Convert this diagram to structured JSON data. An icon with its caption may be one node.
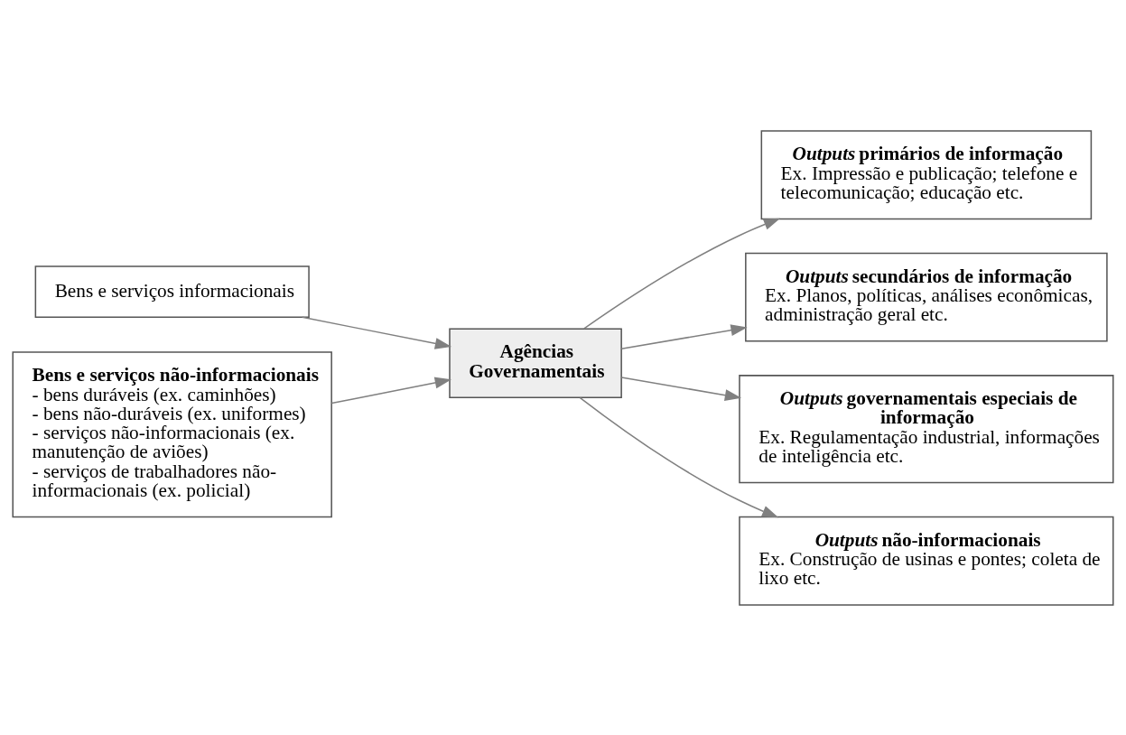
{
  "diagram": {
    "nodes": [
      {
        "text": [
          "Bens e serviços informacionais"
        ]
      },
      {
        "text": [
          "Bens e serviços não-informacionais",
          "- bens duráveis (ex. caminhões)",
          "- bens não-duráveis (ex. uniformes)",
          "- serviços não-informacionais (ex. manutenção de aviões)",
          "- serviços de trabalhadores não-informacionais (ex. policial)"
        ]
      },
      {
        "text": [
          "Agências Governamentais"
        ]
      },
      {
        "text": [
          "*Outputs* primários de informação",
          "Ex. Impressão e publicação; telefone e telecomunicação; educação etc."
        ]
      },
      {
        "text": [
          "*Outputs* secundários de informação",
          "Ex. Planos, políticas, análises econômicas, administração geral etc."
        ]
      },
      {
        "text": [
          "*Outputs* governamentais especiais de informação",
          "Ex. Regulamentação industrial, informações de inteligência etc."
        ]
      },
      {
        "text": [
          "*Outputs* não-informacionais",
          "Ex. Construção de usinas e pontes; coleta de lixo etc."
        ]
      }
    ],
    "edges": [
      {
        "from": 0,
        "to": 2,
        "arrow": "to"
      },
      {
        "from": 1,
        "to": 2,
        "arrow": "to"
      },
      {
        "from": 2,
        "to": 3,
        "arrow": "to"
      },
      {
        "from": 2,
        "to": 4,
        "arrow": "to"
      },
      {
        "from": 2,
        "to": 5,
        "arrow": "to"
      },
      {
        "from": 2,
        "to": 6,
        "arrow": "to"
      }
    ]
  }
}
